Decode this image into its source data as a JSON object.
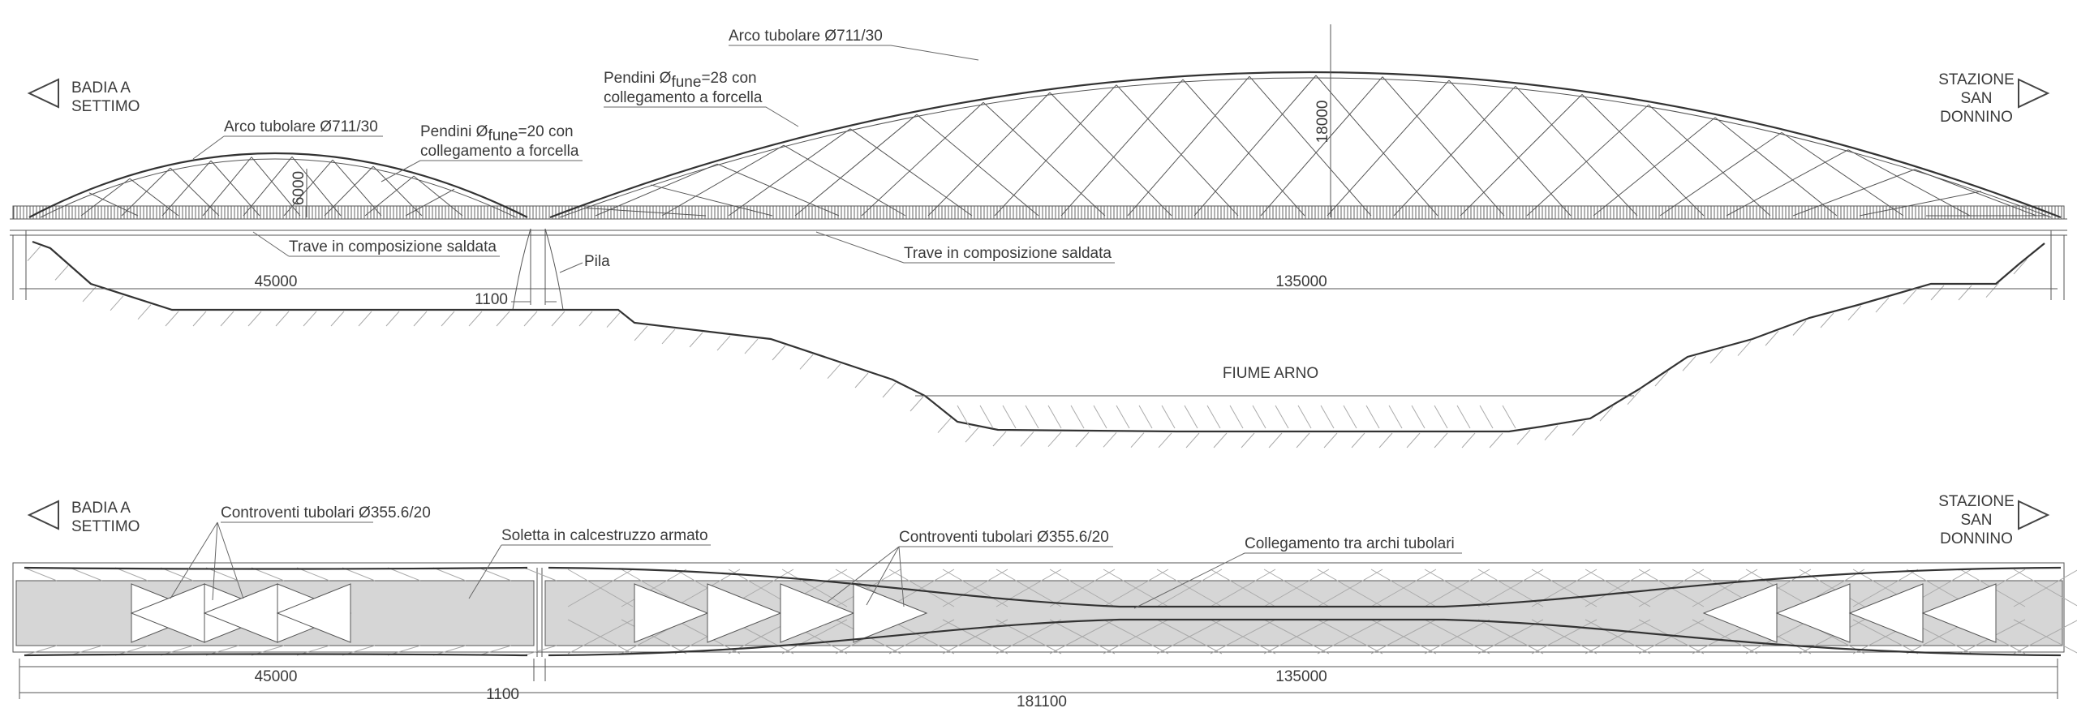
{
  "elevation": {
    "left_direction": [
      "BADIA A",
      "SETTIMO"
    ],
    "right_direction": [
      "STAZIONE",
      "SAN",
      "DONNINO"
    ],
    "big_arch_label": "Arco tubolare Ø711/30",
    "small_arch_label": "Arco tubolare Ø711/30",
    "big_hangers_label": {
      "pre": "Pendini Ø",
      "sub": "fune",
      "post": "=28 con",
      "line2": "collegamento a forcella"
    },
    "small_hangers_label": {
      "pre": "Pendini Ø",
      "sub": "fune",
      "post": "=20 con",
      "line2": "collegamento a forcella"
    },
    "small_girder_label": "Trave in composizione saldata",
    "big_girder_label": "Trave in composizione saldata",
    "pier_label": "Pila",
    "river_label": "FIUME ARNO",
    "big_rise": "18000",
    "small_rise": "6000",
    "span_left": "45000",
    "span_right": "135000",
    "pier_width": "1100"
  },
  "plan": {
    "left_direction": [
      "BADIA A",
      "SETTIMO"
    ],
    "right_direction": [
      "STAZIONE",
      "SAN",
      "DONNINO"
    ],
    "bracing_left_label": "Controventi tubolari Ø355.6/20",
    "slab_label": "Soletta in calcestruzzo armato",
    "bracing_right_label": "Controventi tubolari Ø355.6/20",
    "arch_link_label": "Collegamento tra archi tubolari",
    "span_left": "45000",
    "span_right": "135000",
    "pier_width": "1100",
    "total_length": "181100"
  }
}
